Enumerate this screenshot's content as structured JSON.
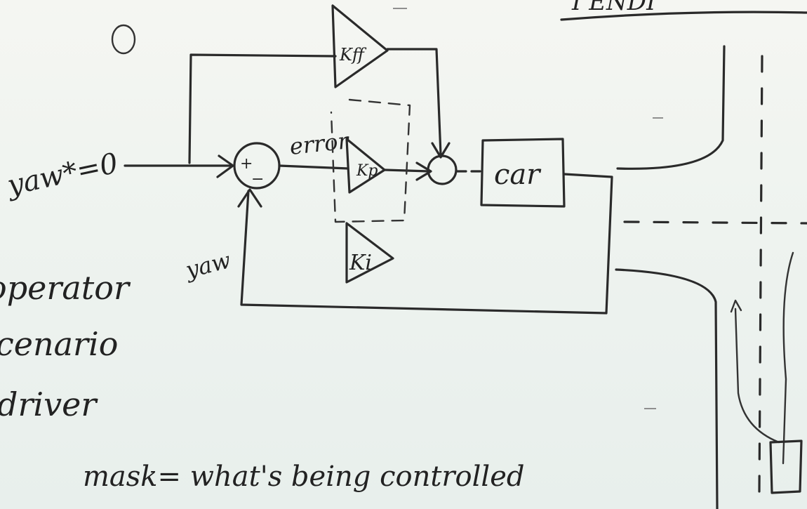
{
  "diagram": {
    "top_right_partial": "I ENDI",
    "small_circle_label": "O",
    "input_label": "yaw*=0",
    "sum_plus": "+",
    "sum_minus": "−",
    "error_label": "error",
    "gain_ff": "Kff",
    "gain_p": "Kp",
    "gain_i": "Ki",
    "plant": "car",
    "feedback_label": "yaw"
  },
  "notes": {
    "line1": "operator",
    "line2": "cenario",
    "line3": "driver",
    "mask_line": "mask= what's being controlled"
  }
}
